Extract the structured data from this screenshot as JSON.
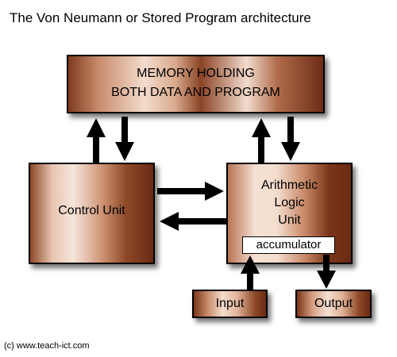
{
  "title": "The Von Neumann or Stored Program architecture",
  "memory": {
    "line1": "MEMORY HOLDING",
    "line2": "BOTH DATA AND PROGRAM"
  },
  "control_unit": {
    "label": "Control Unit"
  },
  "alu": {
    "line1": "Arithmetic",
    "line2": "Logic",
    "line3": "Unit",
    "accumulator": "accumulator"
  },
  "input": {
    "label": "Input"
  },
  "output": {
    "label": "Output"
  },
  "footer": "(c) www.teach-ict.com",
  "colors": {
    "box_dark": "#6a2b13",
    "box_light": "#f3dccd",
    "arrow": "#000000"
  }
}
